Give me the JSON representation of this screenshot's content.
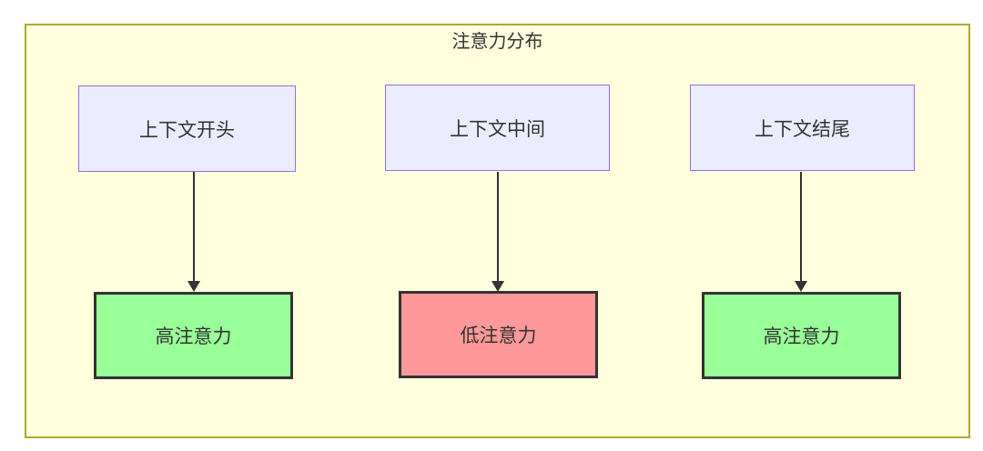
{
  "diagram": {
    "title": "注意力分布",
    "columns": [
      {
        "source_label": "上下文开头",
        "target_label": "高注意力",
        "target_level": "high",
        "target_fill": "#99ff99"
      },
      {
        "source_label": "上下文中间",
        "target_label": "低注意力",
        "target_level": "low",
        "target_fill": "#ff9999"
      },
      {
        "source_label": "上下文结尾",
        "target_label": "高注意力",
        "target_level": "high",
        "target_fill": "#99ff99"
      }
    ],
    "colors": {
      "page_background": "#ffffff",
      "container_fill": "#ffffde",
      "container_border": "#aaaa33",
      "source_node_fill": "#ececff",
      "source_node_border": "#9370db",
      "high_attention_fill": "#99ff99",
      "low_attention_fill": "#ff9999",
      "target_node_border": "#333333",
      "arrow": "#333333",
      "text": "#333333"
    }
  }
}
